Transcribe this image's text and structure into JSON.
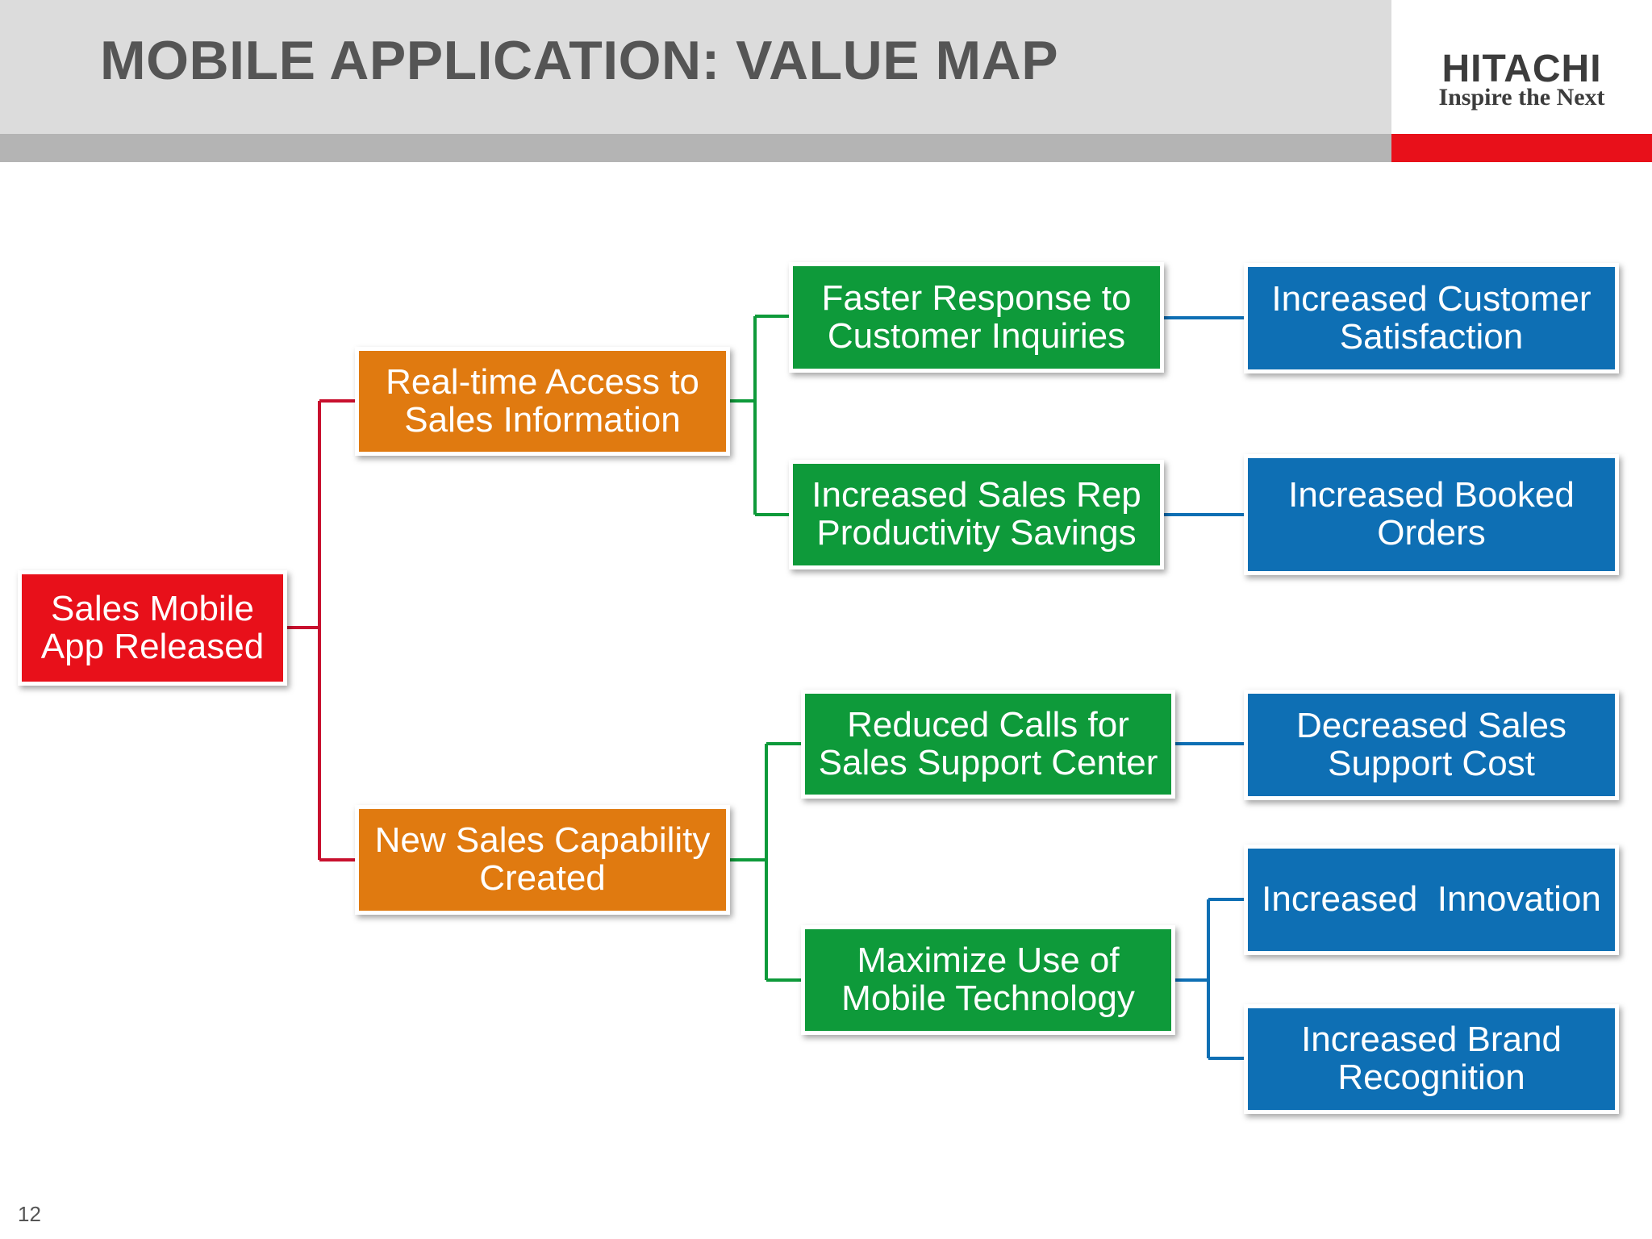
{
  "header": {
    "title": "MOBILE APPLICATION: VALUE MAP",
    "logo_name": "HITACHI",
    "logo_tagline": "Inspire the Next"
  },
  "colors": {
    "header_band": "#dcdcdc",
    "header_strip": "#b4b4b4",
    "brand_red": "#e8101a",
    "root": "#e8101a",
    "level1": "#e07a10",
    "level2": "#0e9a3a",
    "level3": "#0e6fb4",
    "connector_root": "#c8102e",
    "connector_level1": "#0e9a3a",
    "connector_level2": "#0e6fb4"
  },
  "value_map": {
    "root": {
      "label": "Sales Mobile App Released"
    },
    "drivers": [
      {
        "label": "Real-time Access to Sales Information",
        "outcomes": [
          {
            "label": "Faster Response to Customer Inquiries",
            "values": [
              {
                "label": "Increased Customer Satisfaction"
              }
            ]
          },
          {
            "label": "Increased Sales Rep Productivity Savings",
            "values": [
              {
                "label": "Increased Booked Orders"
              }
            ]
          }
        ]
      },
      {
        "label": "New Sales Capability Created",
        "outcomes": [
          {
            "label": "Reduced Calls for Sales Support Center",
            "values": [
              {
                "label": "Decreased Sales Support Cost"
              }
            ]
          },
          {
            "label": "Maximize Use of Mobile Technology",
            "values": [
              {
                "label": "Increased  Innovation"
              },
              {
                "label": "Increased Brand Recognition"
              }
            ]
          }
        ]
      }
    ]
  },
  "footer": {
    "page_number": "12"
  }
}
